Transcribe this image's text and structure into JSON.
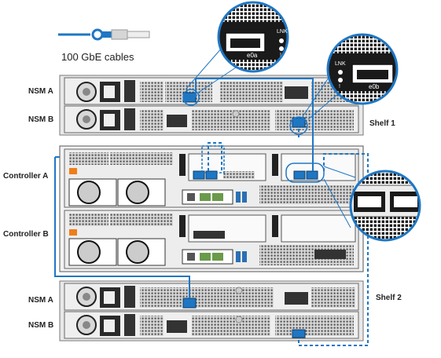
{
  "legend": {
    "cable_label": "100 GbE cables"
  },
  "shelves": {
    "shelf1": {
      "label": "Shelf 1",
      "nsm_a": "NSM A",
      "nsm_b": "NSM B"
    },
    "shelf2": {
      "label": "Shelf 2",
      "nsm_a": "NSM A",
      "nsm_b": "NSM B"
    }
  },
  "controllers": {
    "a": "Controller A",
    "b": "Controller B"
  },
  "callouts": {
    "port_e0a": "e0a",
    "port_e0b": "e0b",
    "lnk": "LNK",
    "excl": "!"
  },
  "colors": {
    "cable": "#1f77c4",
    "chassis": "#e6e6e6",
    "dark": "#2b2b2b"
  }
}
